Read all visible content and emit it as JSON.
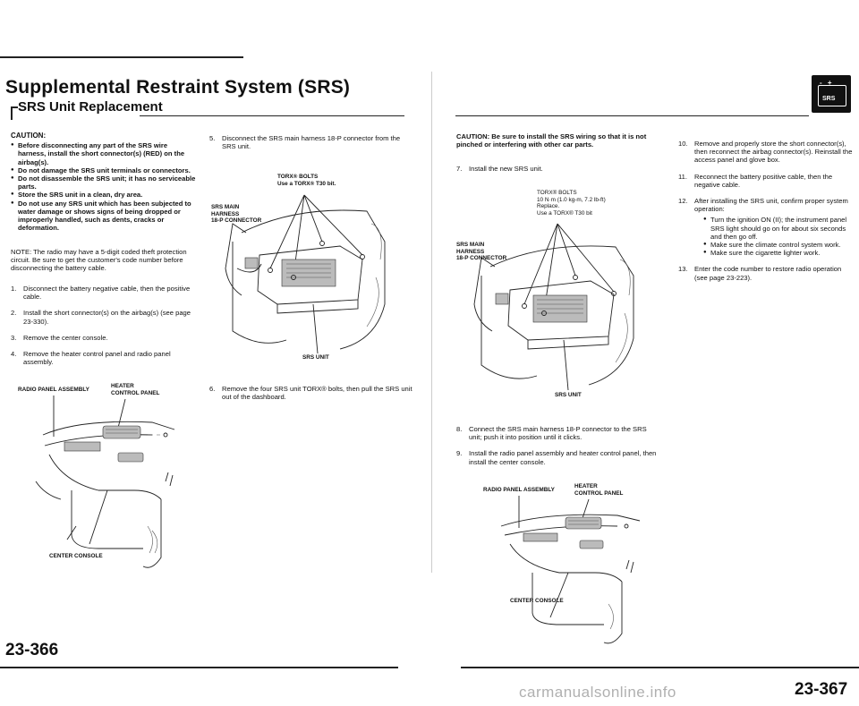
{
  "left_page": {
    "title": "Supplemental Restraint System (SRS)",
    "subtitle": "SRS Unit Replacement",
    "caution_heading": "CAUTION:",
    "caution_items": [
      "Before disconnecting any part of the SRS wire harness, install the short connector(s) (RED) on the airbag(s).",
      "Do not damage the SRS unit terminals or connectors.",
      "Do not disassemble the SRS unit; it has no serviceable parts.",
      "Store the SRS unit in a clean, dry area.",
      "Do not use any SRS unit which has been subjected to water damage or shows signs of being dropped or improperly handled, such as dents, cracks or deformation."
    ],
    "note": "NOTE: The radio may have a 5-digit coded theft protection circuit. Be sure to get the customer's code number before disconnecting the battery cable.",
    "steps": [
      {
        "n": "1.",
        "text": "Disconnect the battery negative cable, then the positive cable."
      },
      {
        "n": "2.",
        "text": "Install the short connector(s) on the airbag(s) (see page 23-330)."
      },
      {
        "n": "3.",
        "text": "Remove the center console."
      },
      {
        "n": "4.",
        "text": "Remove the heater control panel and radio panel assembly."
      }
    ],
    "fig_radio": {
      "label_radio": "RADIO PANEL ASSEMBLY",
      "label_heater": "HEATER\nCONTROL PANEL",
      "label_console": "CENTER CONSOLE"
    },
    "page_number": "23-366"
  },
  "middle": {
    "step5": {
      "n": "5.",
      "text": "Disconnect the SRS main harness 18-P connector from the SRS unit."
    },
    "fig": {
      "torx": "TORX® BOLTS\nUse a TORX® T30 bit.",
      "harness": "SRS MAIN\nHARNESS\n18-P CONNECTOR",
      "unit": "SRS UNIT"
    },
    "step6": {
      "n": "6.",
      "text": "Remove the four SRS unit TORX® bolts, then pull the SRS unit out of the dashboard."
    }
  },
  "right_page": {
    "badge": {
      "symbols": "- +",
      "label": "SRS"
    },
    "caution": "CAUTION: Be sure to install the SRS wiring so that it is not pinched or interfering with other car parts.",
    "step7": {
      "n": "7.",
      "text": "Install the new SRS unit."
    },
    "fig": {
      "torx": "TORX® BOLTS\n10 N·m (1.0 kg-m, 7.2 lb-ft)\nReplace.\nUse a TORX® T30 bit",
      "harness": "SRS MAIN\nHARNESS\n18-P CONNECTOR",
      "unit": "SRS UNIT"
    },
    "step8": {
      "n": "8.",
      "text": "Connect the SRS main harness 18-P connector to the SRS unit; push it into position until it clicks."
    },
    "step9": {
      "n": "9.",
      "text": "Install the radio panel assembly and heater control panel, then install the center console."
    },
    "fig_radio": {
      "label_radio": "RADIO PANEL ASSEMBLY",
      "label_heater": "HEATER\nCONTROL PANEL",
      "label_console": "CENTER CONSOLE"
    },
    "steps_right": [
      {
        "n": "10.",
        "text": "Remove and properly store the short connector(s), then reconnect the airbag connector(s). Reinstall the access panel and glove box."
      },
      {
        "n": "11.",
        "text": "Reconnect the battery positive cable, then the negative cable."
      },
      {
        "n": "12.",
        "text": "After installing the SRS unit, confirm proper system operation:"
      },
      {
        "n": "13.",
        "text": "Enter the code number to restore radio operation (see page 23-223)."
      }
    ],
    "step12_bullets": [
      "Turn the ignition ON (II); the instrument panel SRS light should go on for about six seconds and then go off.",
      "Make sure the climate control system work.",
      "Make sure the cigarette lighter work."
    ],
    "page_number": "23-367"
  },
  "watermark": "carmanualsonline.info"
}
